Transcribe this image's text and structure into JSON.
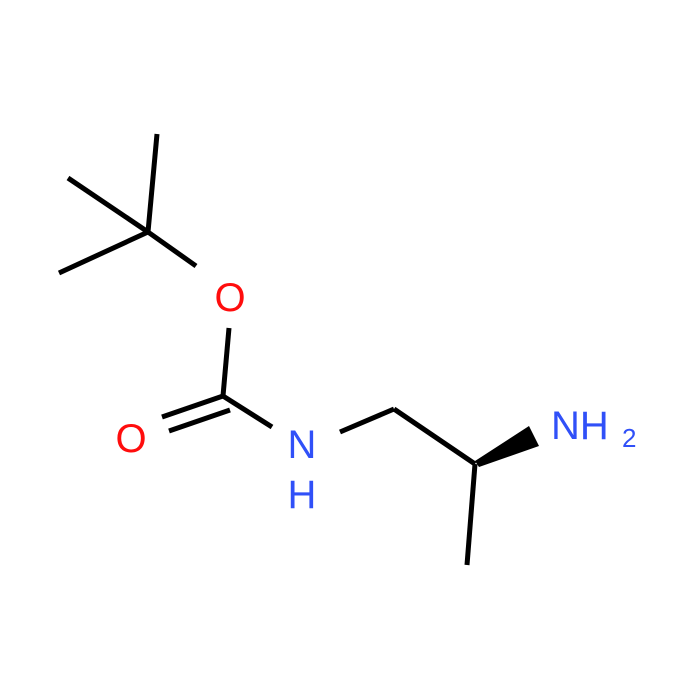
{
  "molecule": {
    "atoms": {
      "ester_oxygen": {
        "symbol": "O",
        "color": "#ff0d0d"
      },
      "carbonyl_oxygen": {
        "symbol": "O",
        "color": "#ff0d0d"
      },
      "amide_nitrogen": {
        "symbol": "N",
        "hydrogen": "H",
        "color": "#3050f8"
      },
      "amine_nitrogen": {
        "symbol": "NH",
        "subscript": "2",
        "color": "#3050f8"
      }
    },
    "bond_color": "#000000",
    "stereo": {
      "center": "C2",
      "type": "wedge"
    }
  }
}
